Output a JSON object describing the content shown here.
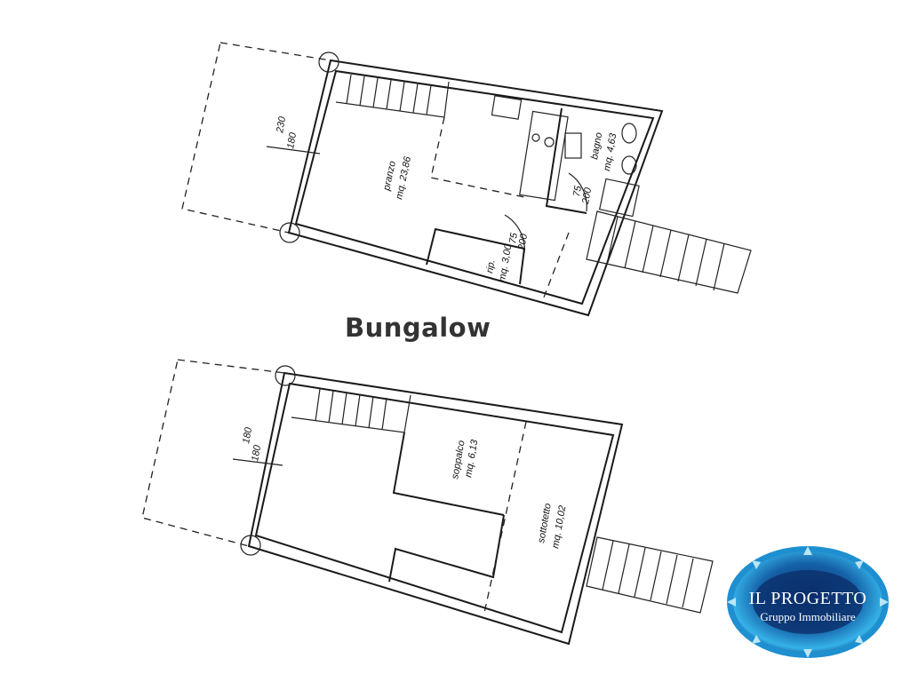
{
  "title": "Bungalow",
  "ground_floor": {
    "rooms": [
      {
        "name": "pranzo",
        "area": "mq. 23,86"
      },
      {
        "name": "bagno",
        "area": "mq. 4,63"
      },
      {
        "name": "rip.",
        "area": "mq. 3,00"
      }
    ],
    "dimensions": [
      "230",
      "180",
      "75",
      "200",
      "75",
      "200"
    ]
  },
  "upper_floor": {
    "rooms": [
      {
        "name": "soppalco",
        "area": "mq. 6,13"
      },
      {
        "name": "sottotetto",
        "area": "mq. 10,02"
      }
    ],
    "dimensions": [
      "180",
      "180"
    ]
  },
  "logo": {
    "line1": "IL PROGETTO",
    "line2": "Gruppo Immobiliare"
  },
  "colors": {
    "logo_blue": "#1e8fd0",
    "logo_dark": "#0b2f6b"
  }
}
